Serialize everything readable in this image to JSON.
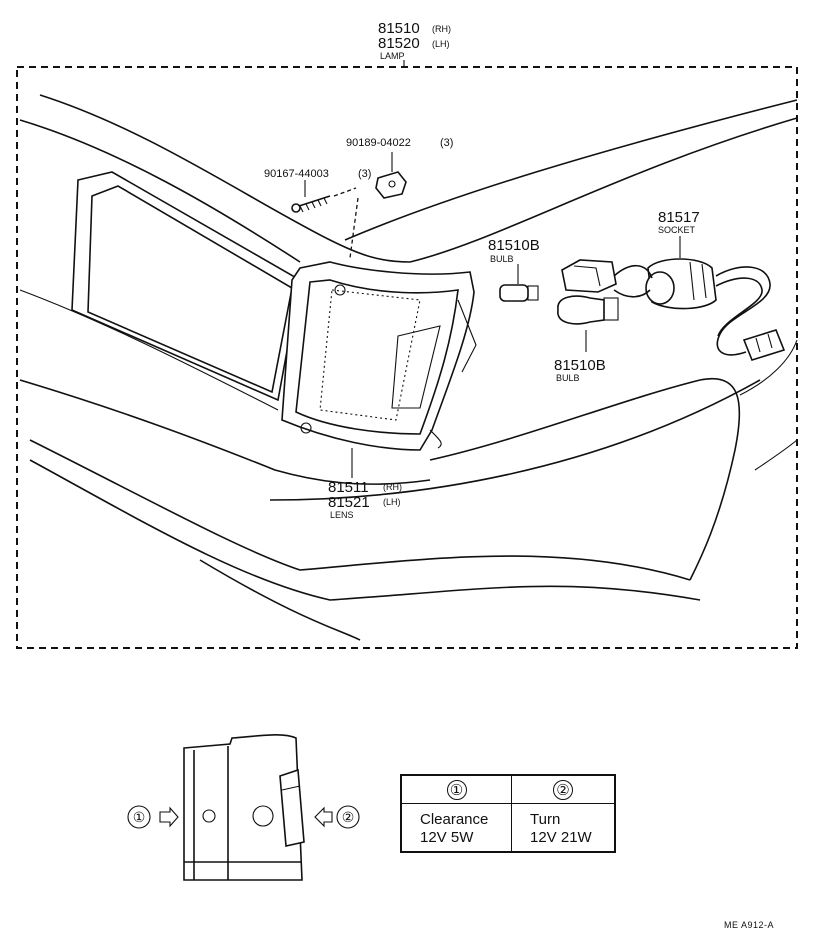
{
  "lamp": {
    "rh": "81510",
    "rh_tag": "(RH)",
    "lh": "81520",
    "lh_tag": "(LH)",
    "name": "LAMP"
  },
  "screw": {
    "part": "90167-44003",
    "qty": "(3)"
  },
  "nut": {
    "part": "90189-04022",
    "qty": "(3)"
  },
  "bulb_top": {
    "part": "81510B",
    "name": "BULB"
  },
  "bulb_bottom": {
    "part": "81510B",
    "name": "BULB"
  },
  "socket": {
    "part": "81517",
    "name": "SOCKET"
  },
  "lens": {
    "rh": "81511",
    "rh_tag": "(RH)",
    "lh": "81521",
    "lh_tag": "(LH)",
    "name": "LENS"
  },
  "detail": {
    "marker1": "①",
    "marker2": "②"
  },
  "table": {
    "col1_head": "①",
    "col2_head": "②",
    "col1_line1": "Clearance",
    "col1_line2": "12V 5W",
    "col2_line1": "Turn",
    "col2_line2": "12V 21W"
  },
  "ref_code": "ME  A912-A"
}
